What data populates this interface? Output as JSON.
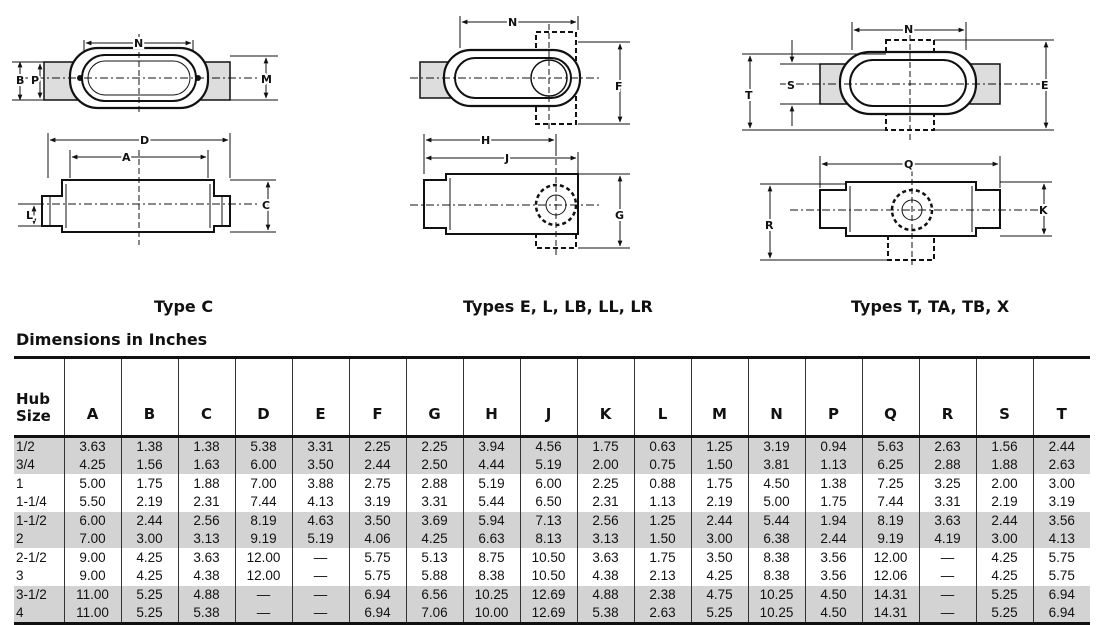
{
  "drawing_labels": {
    "type_c": {
      "top": {
        "N": "N",
        "B": "B",
        "P": "P",
        "M": "M"
      },
      "side": {
        "D": "D",
        "A": "A",
        "L": "L",
        "C": "C"
      }
    },
    "type_e": {
      "top": {
        "N": "N",
        "F": "F"
      },
      "side": {
        "H": "H",
        "J": "J",
        "G": "G"
      }
    },
    "type_t": {
      "top": {
        "N": "N",
        "S": "S",
        "T": "T",
        "E": "E"
      },
      "side": {
        "Q": "Q",
        "R": "R",
        "K": "K"
      }
    }
  },
  "captions": {
    "type_c": "Type C",
    "type_e": "Types E, L, LB, LL, LR",
    "type_t": "Types T, TA, TB, X"
  },
  "section_title": "Dimensions in Inches",
  "table": {
    "hub_header": [
      "Hub",
      "Size"
    ],
    "columns": [
      "A",
      "B",
      "C",
      "D",
      "E",
      "F",
      "G",
      "H",
      "J",
      "K",
      "L",
      "M",
      "N",
      "P",
      "Q",
      "R",
      "S",
      "T"
    ],
    "rows": [
      {
        "size": "1/2",
        "shade": true,
        "gap": false,
        "values": [
          "3.63",
          "1.38",
          "1.38",
          "5.38",
          "3.31",
          "2.25",
          "2.25",
          "3.94",
          "4.56",
          "1.75",
          "0.63",
          "1.25",
          "3.19",
          "0.94",
          "5.63",
          "2.63",
          "1.56",
          "2.44"
        ]
      },
      {
        "size": "3/4",
        "shade": true,
        "gap": false,
        "values": [
          "4.25",
          "1.56",
          "1.63",
          "6.00",
          "3.50",
          "2.44",
          "2.50",
          "4.44",
          "5.19",
          "2.00",
          "0.75",
          "1.50",
          "3.81",
          "1.13",
          "6.25",
          "2.88",
          "1.88",
          "2.63"
        ]
      },
      {
        "size": "1",
        "shade": false,
        "gap": false,
        "values": [
          "5.00",
          "1.75",
          "1.88",
          "7.00",
          "3.88",
          "2.75",
          "2.88",
          "5.19",
          "6.00",
          "2.25",
          "0.88",
          "1.75",
          "4.50",
          "1.38",
          "7.25",
          "3.25",
          "2.00",
          "3.00"
        ]
      },
      {
        "size": "1-1/4",
        "shade": false,
        "gap": false,
        "values": [
          "5.50",
          "2.19",
          "2.31",
          "7.44",
          "4.13",
          "3.19",
          "3.31",
          "5.44",
          "6.50",
          "2.31",
          "1.13",
          "2.19",
          "5.00",
          "1.75",
          "7.44",
          "3.31",
          "2.19",
          "3.19"
        ]
      },
      {
        "size": "1-1/2",
        "shade": true,
        "gap": false,
        "values": [
          "6.00",
          "2.44",
          "2.56",
          "8.19",
          "4.63",
          "3.50",
          "3.69",
          "5.94",
          "7.13",
          "2.56",
          "1.25",
          "2.44",
          "5.44",
          "1.94",
          "8.19",
          "3.63",
          "2.44",
          "3.56"
        ]
      },
      {
        "size": "2",
        "shade": true,
        "gap": true,
        "values": [
          "7.00",
          "3.00",
          "3.13",
          "9.19",
          "5.19",
          "4.06",
          "4.25",
          "6.63",
          "8.13",
          "3.13",
          "1.50",
          "3.00",
          "6.38",
          "2.44",
          "9.19",
          "4.19",
          "3.00",
          "4.13"
        ]
      },
      {
        "size": "2-1/2",
        "shade": false,
        "gap": false,
        "values": [
          "9.00",
          "4.25",
          "3.63",
          "12.00",
          "—",
          "5.75",
          "5.13",
          "8.75",
          "10.50",
          "3.63",
          "1.75",
          "3.50",
          "8.38",
          "3.56",
          "12.00",
          "—",
          "4.25",
          "5.75"
        ]
      },
      {
        "size": "3",
        "shade": false,
        "gap": false,
        "values": [
          "9.00",
          "4.25",
          "4.38",
          "12.00",
          "—",
          "5.75",
          "5.88",
          "8.38",
          "10.50",
          "4.38",
          "2.13",
          "4.25",
          "8.38",
          "3.56",
          "12.06",
          "—",
          "4.25",
          "5.75"
        ]
      },
      {
        "size": "3-1/2",
        "shade": true,
        "gap": false,
        "values": [
          "11.00",
          "5.25",
          "4.88",
          "—",
          "—",
          "6.94",
          "6.56",
          "10.25",
          "12.69",
          "4.88",
          "2.38",
          "4.75",
          "10.25",
          "4.50",
          "14.31",
          "—",
          "5.25",
          "6.94"
        ]
      },
      {
        "size": "4",
        "shade": true,
        "gap": true,
        "values": [
          "11.00",
          "5.25",
          "5.38",
          "—",
          "—",
          "6.94",
          "7.06",
          "10.00",
          "12.69",
          "5.38",
          "2.63",
          "5.25",
          "10.25",
          "4.50",
          "14.31",
          "—",
          "5.25",
          "6.94"
        ]
      }
    ]
  }
}
